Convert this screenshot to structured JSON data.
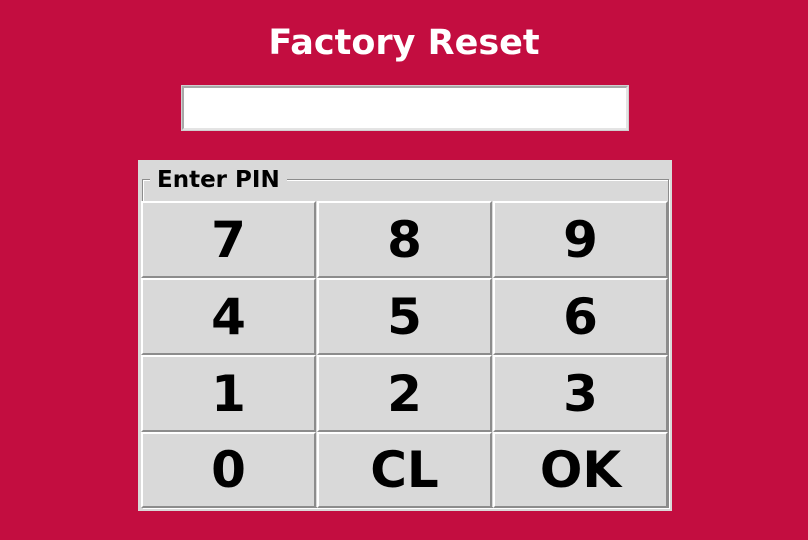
{
  "window": {
    "title": "Factory Reset",
    "background_color": "#c30d40"
  },
  "pin_entry": {
    "value": "",
    "placeholder": ""
  },
  "keypad_frame": {
    "label": "Enter PIN"
  },
  "keypad": {
    "keys": [
      {
        "label": "7"
      },
      {
        "label": "8"
      },
      {
        "label": "9"
      },
      {
        "label": "4"
      },
      {
        "label": "5"
      },
      {
        "label": "6"
      },
      {
        "label": "1"
      },
      {
        "label": "2"
      },
      {
        "label": "3"
      },
      {
        "label": "0"
      },
      {
        "label": "CL"
      },
      {
        "label": "OK"
      }
    ]
  }
}
